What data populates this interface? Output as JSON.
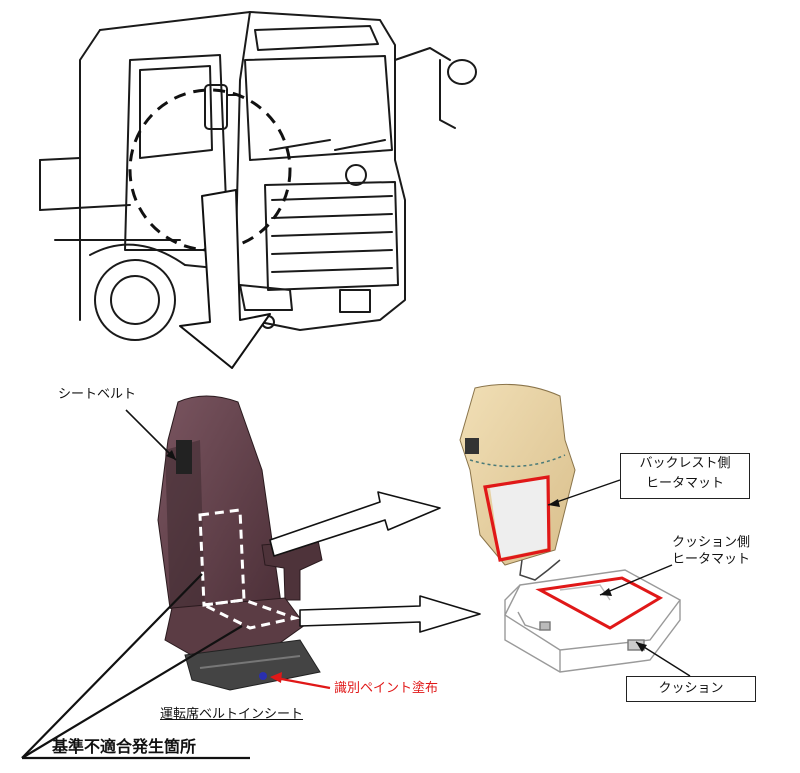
{
  "labels": {
    "seat_belt": "シートベルト",
    "backrest_heater": [
      "バックレスト側",
      "ヒータマット"
    ],
    "cushion_heater": [
      "クッション側",
      "ヒータマット"
    ],
    "cushion": "クッション",
    "paint": "識別ペイント塗布",
    "seat_name": "運転席ベルトインシート",
    "nonconformity": "基準不適合発生箇所"
  },
  "colors": {
    "highlight": "#e01818",
    "line": "#1a1a1a",
    "seat_fabric": "#6b4650",
    "foam": "#e8d3a8"
  }
}
